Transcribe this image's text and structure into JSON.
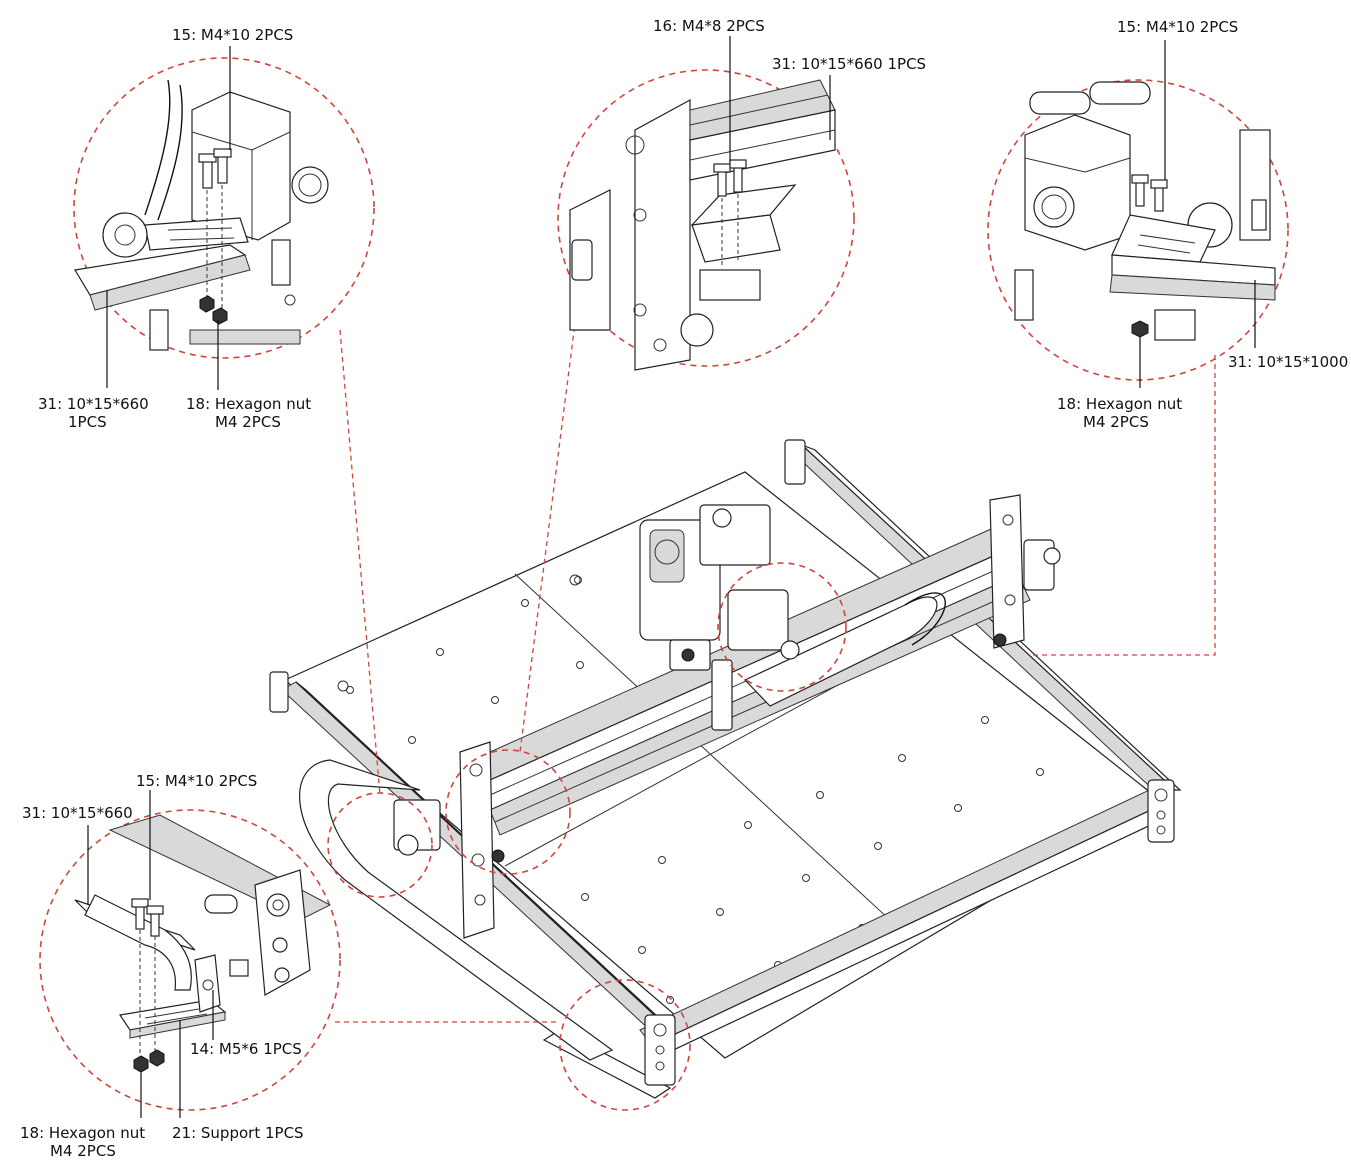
{
  "colors": {
    "callout": "#d0453e",
    "line": "#111111",
    "metal": "#d9d9d9"
  },
  "labels": {
    "tl_screw": "15: M4*10 2PCS",
    "tl_rail_1": "31: 10*15*660",
    "tl_rail_2": "1PCS",
    "tl_nut_1": "18: Hexagon nut",
    "tl_nut_2": "M4 2PCS",
    "tc_screw": "16: M4*8 2PCS",
    "tc_rail": "31: 10*15*660 1PCS",
    "tr_screw": "15: M4*10 2PCS",
    "tr_rail": "31: 10*15*1000",
    "tr_nut_1": "18: Hexagon nut",
    "tr_nut_2": "M4 2PCS",
    "bl_screw": "15: M4*10 2PCS",
    "bl_rail": "31: 10*15*660",
    "bl_bolt": "14: M5*6 1PCS",
    "bl_support": "21: Support  1PCS",
    "bl_nut_1": "18: Hexagon nut",
    "bl_nut_2": "M4 2PCS"
  }
}
